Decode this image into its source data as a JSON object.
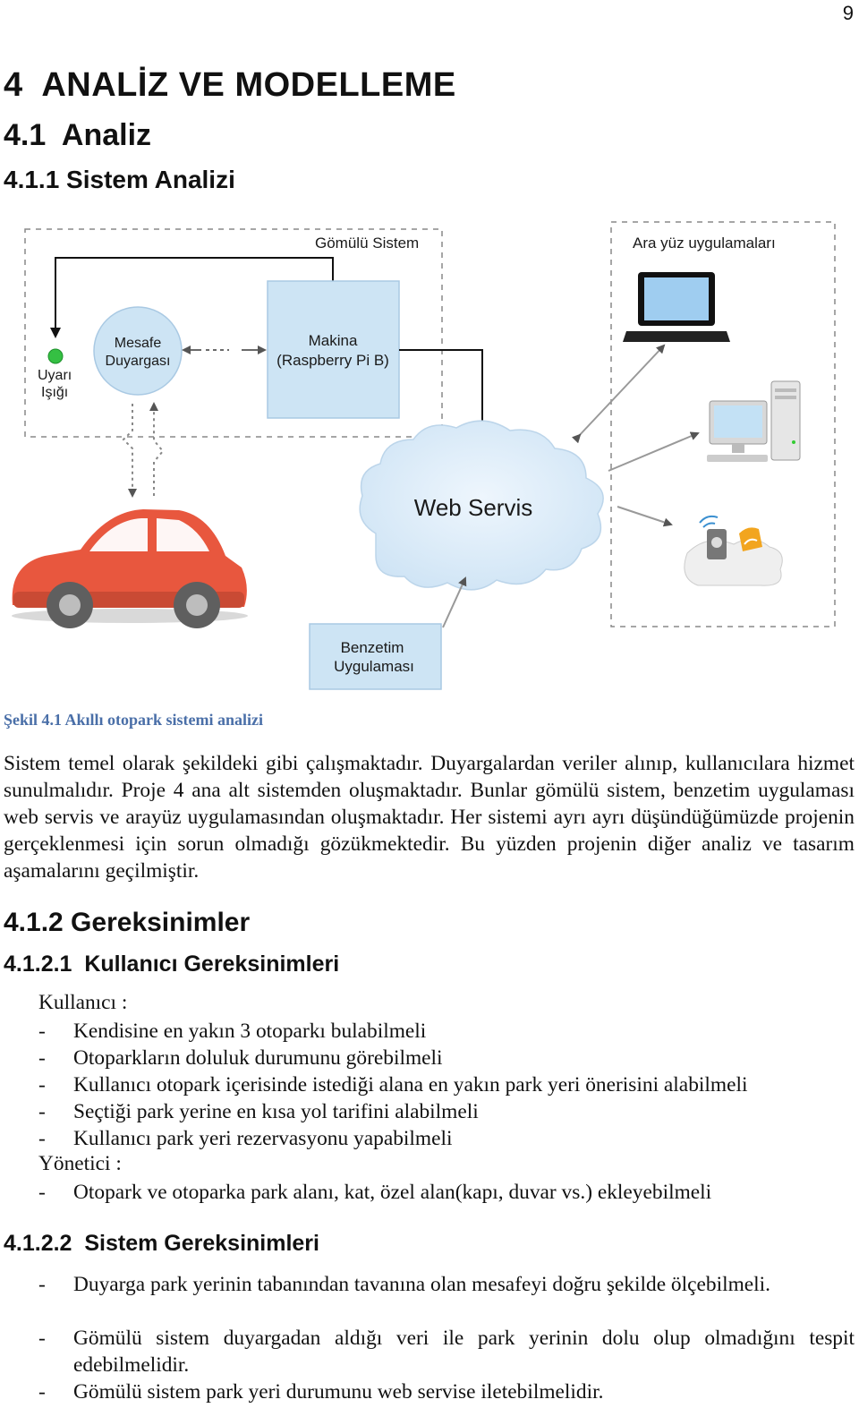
{
  "page_number": "9",
  "headings": {
    "h1": "4  ANALİZ VE MODELLEME",
    "h2": "4.1  Analiz",
    "h3": "4.1.1 Sistem Analizi"
  },
  "diagram": {
    "embedded_system_label": "Gömülü Sistem",
    "interface_apps_label": "Ara yüz uygulamaları",
    "sensor_label": [
      "Mesafe",
      "Duyargası"
    ],
    "machine_label": [
      "Makina",
      "(Raspberry Pi B)"
    ],
    "warning_light_label": [
      "Uyarı",
      "Işığı"
    ],
    "web_service_label": "Web Servis",
    "simulation_label": [
      "Benzetim",
      "Uygulaması"
    ]
  },
  "caption": "Şekil 4.1 Akıllı otopark sistemi analizi",
  "paragraph": "Sistem temel olarak şekildeki gibi çalışmaktadır. Duyargalardan veriler alınıp, kullanıcılara hizmet sunulmalıdır. Proje 4 ana alt sistemden oluşmaktadır. Bunlar gömülü sistem, benzetim uygulaması web servis ve arayüz uygulamasından oluşmaktadır. Her sistemi ayrı ayrı düşündüğümüzde projenin gerçeklenmesi için sorun olmadığı gözükmektedir. Bu yüzden projenin diğer analiz ve tasarım aşamalarını geçilmiştir.",
  "requirements": {
    "heading": "4.1.2 Gereksinimler",
    "user_heading": "4.1.2.1  Kullanıcı Gereksinimleri",
    "user_label": "Kullanıcı :",
    "user_items": [
      "Kendisine en yakın 3 otoparkı bulabilmeli",
      "Otoparkların doluluk durumunu görebilmeli",
      "Kullanıcı otopark içerisinde istediği alana en yakın park yeri önerisini alabilmeli",
      "Seçtiği park yerine en kısa yol tarifini alabilmeli",
      "Kullanıcı park yeri rezervasyonu yapabilmeli"
    ],
    "admin_label": "Yönetici :",
    "admin_items": [
      "Otopark ve otoparka park alanı, kat, özel alan(kapı, duvar vs.) ekleyebilmeli"
    ],
    "system_heading": "4.1.2.2  Sistem Gereksinimleri",
    "system_items": [
      "Duyarga park yerinin tabanından tavanına olan mesafeyi doğru şekilde ölçebilmeli.",
      "Gömülü sistem duyargadan aldığı veri ile park yerinin dolu olup olmadığını tespit edebilmelidir.",
      "Gömülü sistem park yeri durumunu web servise iletebilmelidir."
    ]
  },
  "dash": "-"
}
